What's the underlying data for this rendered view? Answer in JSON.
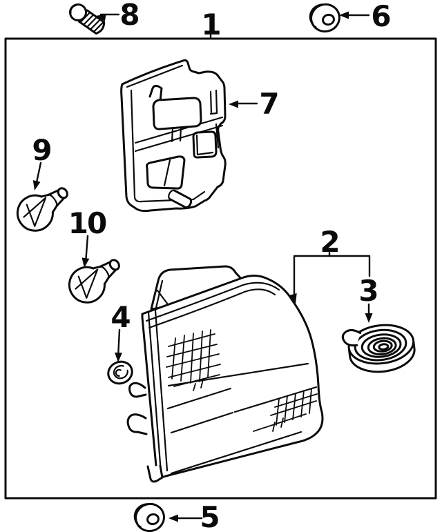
{
  "figure": {
    "type": "exploded-parts-line-diagram",
    "background_color": "#ffffff",
    "ink_color": "#0b0b0b",
    "callouts": [
      {
        "label": "1",
        "part": "lamp-assembly-boundary-box"
      },
      {
        "label": "2",
        "part": "tail-lamp-lens-assembly"
      },
      {
        "label": "3",
        "part": "sealing-compound-coil"
      },
      {
        "label": "4",
        "part": "small-grommet"
      },
      {
        "label": "5",
        "part": "bottom-grommet"
      },
      {
        "label": "6",
        "part": "top-grommet"
      },
      {
        "label": "7",
        "part": "lamp-body-housing"
      },
      {
        "label": "8",
        "part": "mounting-screw"
      },
      {
        "label": "9",
        "part": "bulb-upper"
      },
      {
        "label": "10",
        "part": "bulb-lower"
      }
    ]
  }
}
